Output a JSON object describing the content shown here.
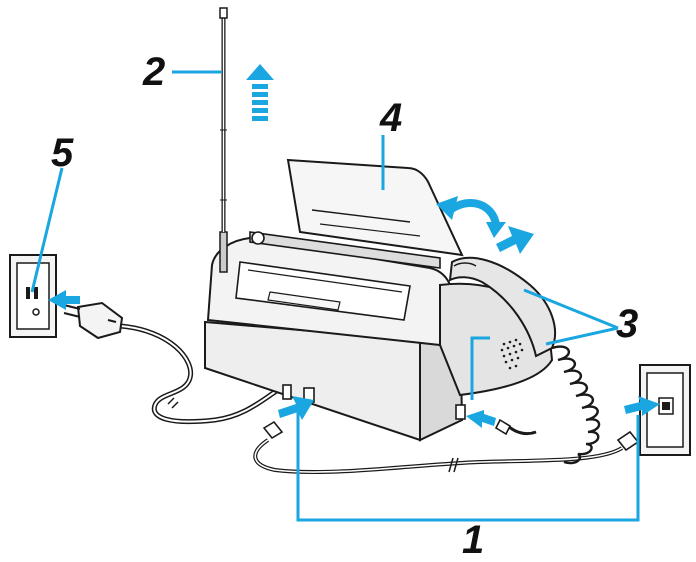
{
  "callouts": {
    "telephone_line": "1",
    "antenna": "2",
    "handset": "3",
    "paper_support": "4",
    "power_outlet": "5"
  },
  "colors": {
    "accent": "#1aa6e0",
    "outline": "#1a1a1a",
    "body_fill": "#f1f1f1",
    "shade_fill": "#d9d9d9"
  },
  "icons": [
    "up-arrow-icon",
    "curved-arrow-icon",
    "push-arrow-icon"
  ]
}
